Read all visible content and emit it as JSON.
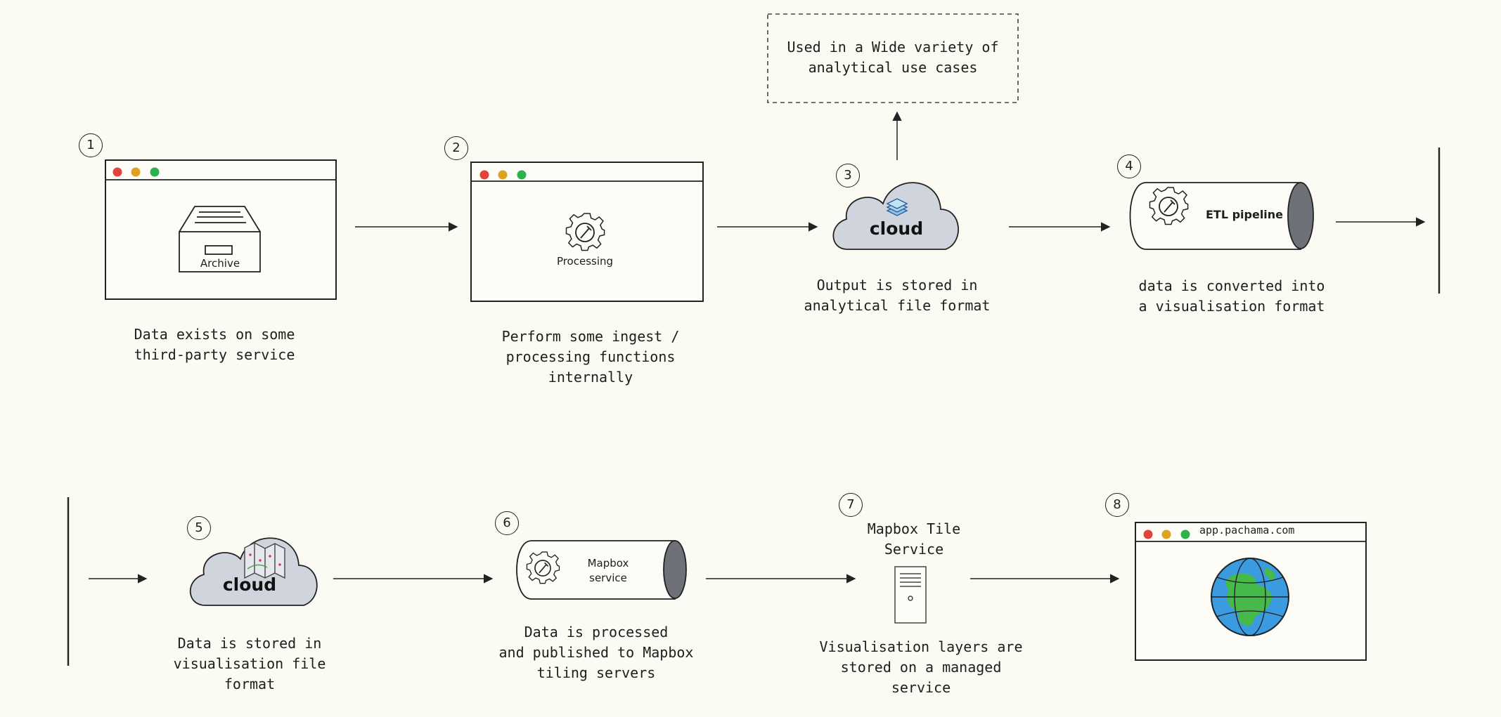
{
  "steps": [
    {
      "number": "1",
      "icon": "archive-icon",
      "icon_label": "Archive",
      "caption": "Data exists on some\nthird-party service"
    },
    {
      "number": "2",
      "icon": "gear-wrench-icon",
      "icon_label": "Processing",
      "caption": "Perform some ingest /\nprocessing functions\ninternally"
    },
    {
      "number": "3",
      "icon": "cloud-icon",
      "icon_label": "cloud",
      "caption": "Output is stored in\nanalytical file format",
      "side_note": "Used in a Wide variety of\nanalytical use cases"
    },
    {
      "number": "4",
      "icon": "cylinder-icon",
      "icon_label": "ETL pipeline",
      "caption": "data is converted into\na visualisation format"
    },
    {
      "number": "5",
      "icon": "cloud-map-icon",
      "icon_label": "cloud",
      "caption": "Data is stored in\nvisualisation file\nformat"
    },
    {
      "number": "6",
      "icon": "cylinder-icon",
      "icon_label": "Mapbox\nservice",
      "caption": "Data is processed\nand published to Mapbox\ntiling servers"
    },
    {
      "number": "7",
      "icon": "server-icon",
      "icon_label": "Mapbox Tile\nService",
      "caption": "Visualisation layers are\nstored on a managed\nservice"
    },
    {
      "number": "8",
      "icon": "globe-icon",
      "icon_label": "app.pachama.com",
      "caption": ""
    }
  ],
  "colors": {
    "background": "#fbfaf3",
    "stroke": "#222222",
    "dot_red": "#e0443e",
    "dot_yellow": "#dea123",
    "dot_green": "#2bb24c",
    "cloud_fill": "#d0d4dc",
    "cylinder_end": "#6e7178",
    "globe_ocean": "#3a9be0",
    "globe_land": "#47b84a"
  }
}
